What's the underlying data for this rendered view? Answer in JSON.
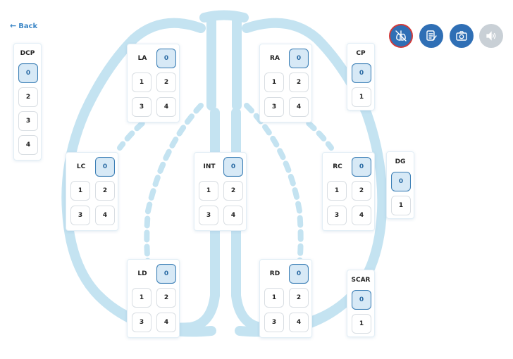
{
  "nav": {
    "back_icon": "←",
    "back_label": "Back"
  },
  "toolbar": [
    {
      "name": "lungs-off-icon",
      "color": "#2f6fb5",
      "ring": "#d23a3a"
    },
    {
      "name": "notes-icon",
      "color": "#2f6fb5"
    },
    {
      "name": "camera-icon",
      "color": "#2f6fb5"
    },
    {
      "name": "volume-icon",
      "color": "#c9d0d6"
    }
  ],
  "zones": {
    "dcp": {
      "label": "DCP",
      "options": [
        "0",
        "2",
        "3",
        "4"
      ],
      "selected": "0"
    },
    "la": {
      "label": "LA",
      "options": [
        "0",
        "1",
        "2",
        "3",
        "4"
      ],
      "selected": "0"
    },
    "ra": {
      "label": "RA",
      "options": [
        "0",
        "1",
        "2",
        "3",
        "4"
      ],
      "selected": "0"
    },
    "cp": {
      "label": "CP",
      "options": [
        "0",
        "1"
      ],
      "selected": "0"
    },
    "lc": {
      "label": "LC",
      "options": [
        "0",
        "1",
        "2",
        "3",
        "4"
      ],
      "selected": "0"
    },
    "int": {
      "label": "INT",
      "options": [
        "0",
        "1",
        "2",
        "3",
        "4"
      ],
      "selected": "0"
    },
    "rc": {
      "label": "RC",
      "options": [
        "0",
        "1",
        "2",
        "3",
        "4"
      ],
      "selected": "0"
    },
    "dg": {
      "label": "DG",
      "options": [
        "0",
        "1"
      ],
      "selected": "0"
    },
    "ld": {
      "label": "LD",
      "options": [
        "0",
        "1",
        "2",
        "3",
        "4"
      ],
      "selected": "0"
    },
    "rd": {
      "label": "RD",
      "options": [
        "0",
        "1",
        "2",
        "3",
        "4"
      ],
      "selected": "0"
    },
    "scar": {
      "label": "SCAR",
      "options": [
        "0",
        "1"
      ],
      "selected": "0"
    }
  },
  "colors": {
    "accent": "#3b7fb6",
    "selected_bg": "#d7e9f6",
    "illustration": "#bfe0ef"
  }
}
